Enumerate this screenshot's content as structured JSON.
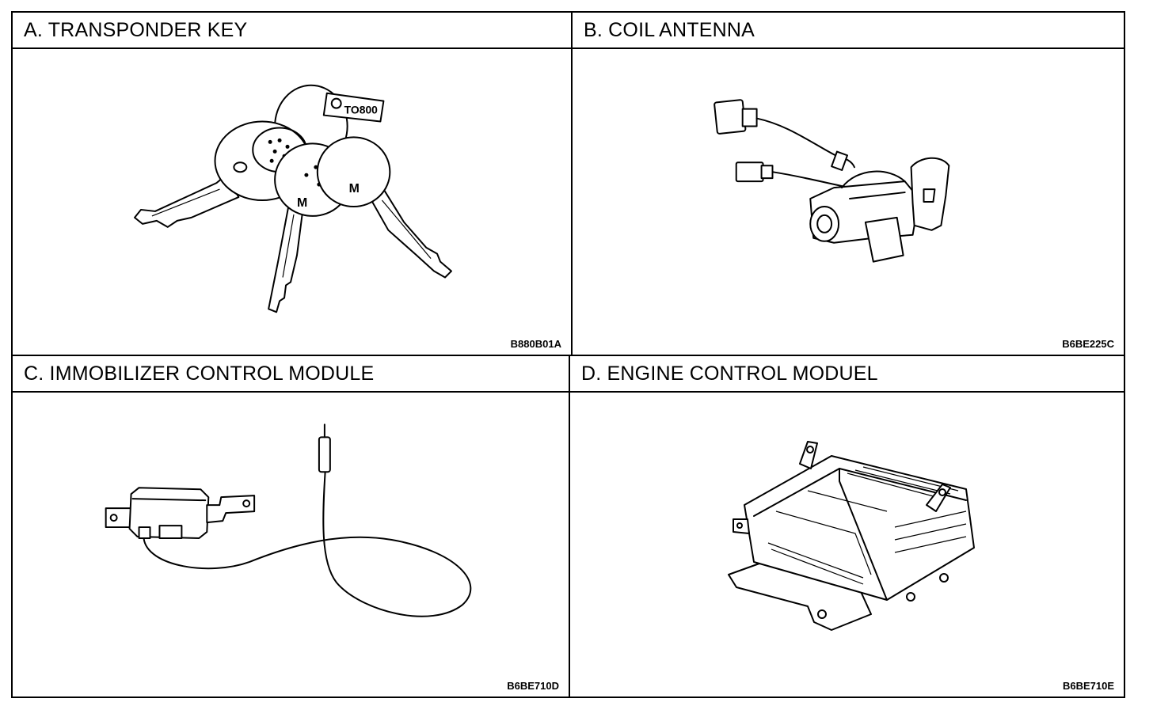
{
  "panels": {
    "a": {
      "title": "A. TRANSPONDER KEY",
      "code": "B880B01A",
      "tag_text": "TO800",
      "key_mark": "M"
    },
    "b": {
      "title": "B. COIL ANTENNA",
      "code": "B6BE225C"
    },
    "c": {
      "title": "C. IMMOBILIZER CONTROL MODULE",
      "code": "B6BE710D"
    },
    "d": {
      "title": "D. ENGINE CONTROL MODUEL",
      "code": "B6BE710E"
    }
  }
}
